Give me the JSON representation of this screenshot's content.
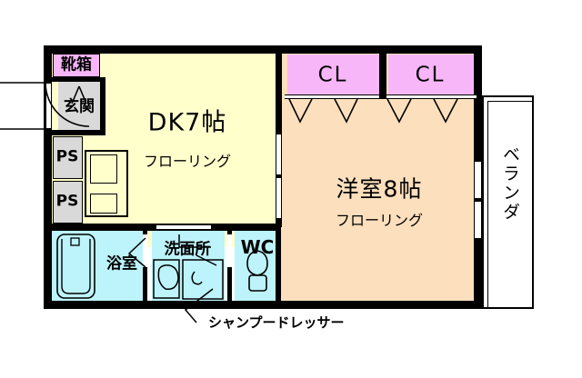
{
  "plan": {
    "type": "japanese-apartment-floor-plan",
    "background_color": "#ffffff",
    "wall_color": "#000000",
    "rooms": [
      {
        "key": "dk",
        "name": "DK7帖",
        "sub": "フローリング",
        "color": "#ffffcc"
      },
      {
        "key": "yoshitsu",
        "name": "洋室8帖",
        "sub": "フローリング",
        "color": "#fcdfbc"
      },
      {
        "key": "closet_1",
        "name": "CL",
        "color": "#f7b6f7"
      },
      {
        "key": "closet_2",
        "name": "CL",
        "color": "#f7b6f7"
      },
      {
        "key": "yokushitsu",
        "name": "浴室",
        "color": "#bdf3fa"
      },
      {
        "key": "senmenjo",
        "name": "洗面所",
        "color": "#bdf3fa"
      },
      {
        "key": "wc",
        "name": "WC",
        "color": "#bdf3fa"
      },
      {
        "key": "genkan",
        "name": "玄関",
        "color": "#d9d9d9"
      },
      {
        "key": "kutsubako",
        "name": "靴箱",
        "color": "#f7b6f7"
      },
      {
        "key": "ps_upper",
        "name": "PS",
        "color": "#d9d9d9"
      },
      {
        "key": "ps_lower",
        "name": "PS",
        "color": "#d9d9d9"
      },
      {
        "key": "veranda",
        "name": "ベランダ",
        "color": "#ffffff"
      }
    ],
    "annotation": {
      "label": "シャンプードレッサー",
      "points_to": "senmenjo-basin"
    },
    "labels": {
      "dk_name": "DK7帖",
      "dk_sub": "フローリング",
      "yoshitsu_name": "洋室8帖",
      "yoshitsu_sub": "フローリング",
      "closet_1": "CL",
      "closet_2": "CL",
      "yokushitsu": "浴室",
      "senmenjo": "洗面所",
      "wc": "WC",
      "genkan": "玄関",
      "kutsubako": "靴箱",
      "ps_upper": "PS",
      "ps_lower": "PS",
      "veranda": "ベランダ",
      "shampoo_dresser": "シャンプードレッサー"
    }
  }
}
